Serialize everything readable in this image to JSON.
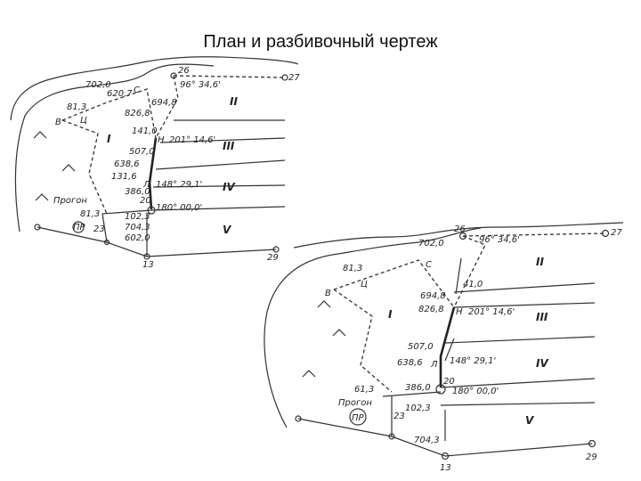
{
  "title": "План и разбивочный чертеж",
  "small_plan": {
    "points": {
      "p26": "26",
      "p27": "27",
      "p13": "13",
      "p29": "29",
      "p23": "23",
      "B": "В",
      "C": "С",
      "C2": "Ц",
      "H": "Н",
      "L": "Л",
      "T20": "20",
      "PR": "ПР"
    },
    "values": {
      "v1": "702,0",
      "v2": "620,7",
      "v3": "81,3",
      "v4": "826,8",
      "v5": "694,8",
      "v6": "141,0",
      "v7": "507,0",
      "v8": "638,6",
      "v9": "131,6",
      "v10": "386,0",
      "v11": "81,3",
      "v12": "102,3",
      "v13": "704,3",
      "v14": "602,0"
    },
    "angles": {
      "a1": "96° 34,6'",
      "a2": "201° 14,6'",
      "a3": "148° 29,1'",
      "a4": "180° 00,0'"
    },
    "fields": {
      "f1": "I",
      "f2": "II",
      "f3": "III",
      "f4": "IV",
      "f5": "V"
    },
    "progon": "Прогон"
  },
  "large_plan": {
    "points": {
      "p26": "26",
      "p27": "27",
      "p13": "13",
      "p29": "29",
      "p23": "23",
      "B": "В",
      "C": "С",
      "C2": "Ц",
      "H": "Н",
      "L": "Л",
      "T20": "20",
      "PR": "ПР"
    },
    "values": {
      "v1": "702,0",
      "v3": "81,3",
      "v5": "694,8",
      "v4": "826,8",
      "v6": "41,0",
      "v7": "507,0",
      "v8": "638,6",
      "v10": "386,0",
      "v11": "61,3",
      "v12": "102,3",
      "v13": "704,3"
    },
    "angles": {
      "a1": "96° 34,6'",
      "a2": "201° 14,6'",
      "a3": "148° 29,1'",
      "a4": "180° 00,0'"
    },
    "fields": {
      "f1": "I",
      "f2": "II",
      "f3": "III",
      "f4": "IV",
      "f5": "V"
    },
    "progon": "Прогон"
  }
}
